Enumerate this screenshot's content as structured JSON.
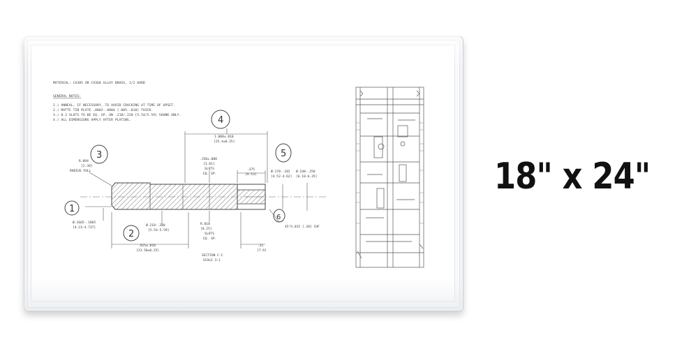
{
  "size_label": "18\" x 24\"",
  "drawing": {
    "material": "MATERIAL: CA385 OR CA360 ALLOY BRASS, 1/2 HARD",
    "general_notes_title": "GENERAL NOTES:",
    "notes": [
      "1.) ANNEAL, IF NECESSARY, TO AVOID CRACKING AT TIME OF UPSET.",
      "2.) MATTE TIN PLATE .0002-.0004 [.005-.010] THICK.",
      "3.) 0.2 SLOTS TO BE EQ. SP. ON .218/.220 [5.54/5.59] SHANK ONLY.",
      "4.) ALL DIMENSIONS APPLY AFTER PLATING."
    ],
    "callouts": [
      "1",
      "2",
      "3",
      "4",
      "5",
      "6"
    ],
    "dimensions": {
      "overall": "1.000±.010",
      "overall_mm": "[25.4±0.25]",
      "radius": "R.094",
      "radius_mm": "[2.38]",
      "radius_note": "RADIUS FULL",
      "slot_width": ".150±.008",
      "slot_width_mm": "[3.81]",
      "slots": "SLOTS",
      "eq_sp": "EQ. SP.",
      "depth": ".375",
      "depth_mm": "[9.53]",
      "bore": "Ø.178-.182",
      "bore_mm": "[4.52-4.62]",
      "outer": "Ø.240-.250",
      "outer_mm": "[6.10-6.35]",
      "pin_dia": "Ø.1665-.1865",
      "pin_dia_mm": "[4.23-4.737]",
      "shank": "Ø.218-.220",
      "shank_mm": "[5.54-5.59]",
      "slot_len": "R.010",
      "slot_len_mm": "[0.25]",
      "length": ".925±.010",
      "length_mm": "[23.50±0.25]",
      "chamfer": "45°X.015 [.38] CHF",
      "end_len": ".31",
      "end_len_mm": "[7.9]",
      "section": "SECTION C-C",
      "scale": "SCALE 3:1"
    }
  }
}
